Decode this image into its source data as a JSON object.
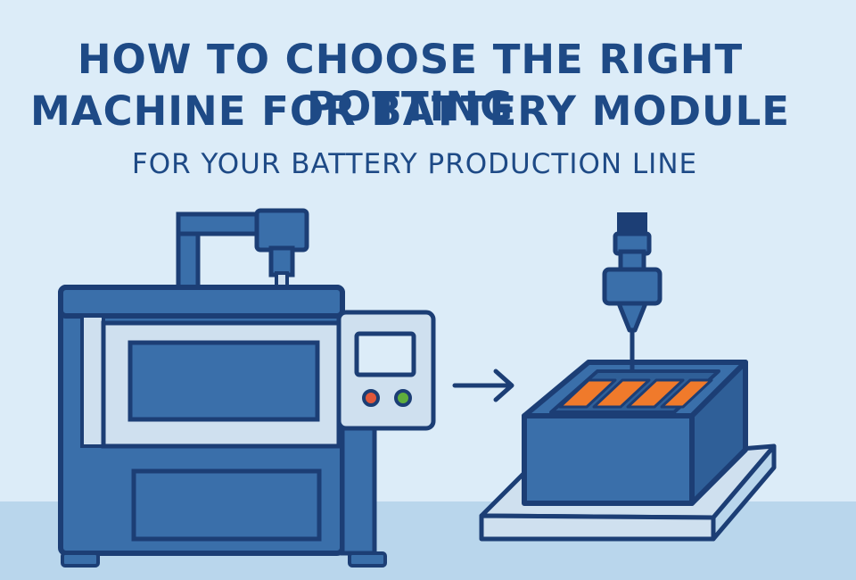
{
  "headline": {
    "line1": "HOW TO CHOOSE THE RIGHT POTTING",
    "line2": "MACHINE FOR BATTERY MODULE",
    "subtitle": "FOR YOUR BATTERY PRODUCTION LINE"
  },
  "colors": {
    "background": "#dcecf8",
    "floor": "#b9d6ec",
    "title_text": "#1e4a86",
    "machine_blue": "#3a6faa",
    "outline": "#1c3e75",
    "panel_light": "#cfe0ef",
    "cell_orange": "#f07a2b",
    "button_red": "#e0573a",
    "button_green": "#5fae3c"
  },
  "illustration": {
    "machine_icon": "potting-machine-icon",
    "arrow_icon": "arrow-right-icon",
    "module_icon": "battery-module-icon",
    "nozzle_icon": "dispensing-nozzle-icon"
  }
}
